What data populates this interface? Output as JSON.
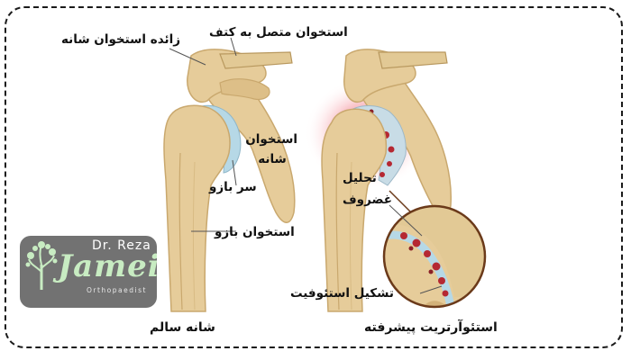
{
  "labels": {
    "acromion": "زائده استخوان شانه",
    "clavicle": "استخوان متصل به کتف",
    "scapula": "استخوان شانه",
    "humeral_head": "سر بازو",
    "humerus": "استخوان بازو",
    "cartilage_line1": "تحلیل",
    "cartilage_line2": "غضروف",
    "osteophyte": "تشکیل استئوفیت"
  },
  "captions": {
    "healthy": "شانه سالم",
    "advanced": "استئوآرتریت پیشرفته"
  },
  "logo": {
    "prefix": "Dr. Reza",
    "name": "Jamei",
    "subtitle": "Orthopaedist"
  },
  "colors": {
    "bone": "#e6cc9a",
    "bone_shadow": "#c9a86e",
    "cartilage": "#b6d8e6",
    "inflammation": "#e8283c",
    "lesion": "#b52832",
    "logo_bg": "#727272",
    "logo_accent": "#c8ecc2"
  }
}
